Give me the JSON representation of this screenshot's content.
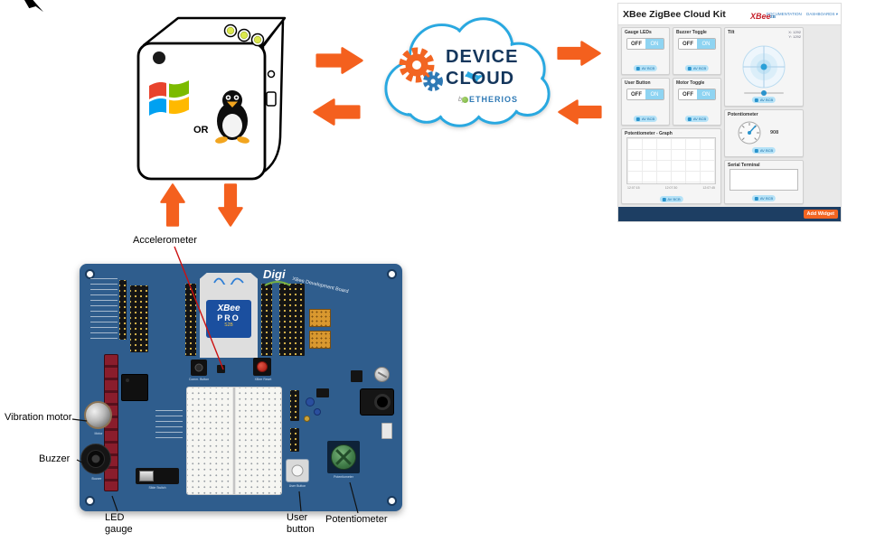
{
  "colors": {
    "arrow_orange": "#f4601e",
    "cloud_blue": "#29a8e0",
    "board_blue": "#2f5d8d",
    "accent_orange": "#f26522"
  },
  "gateway": {
    "or": "OR"
  },
  "cloud": {
    "word1": "DEVICE",
    "word2": "CLOUD",
    "by": "by",
    "brand": "ETHERIOS"
  },
  "webui": {
    "title": "XBee ZigBee Cloud Kit",
    "logo": "XBee",
    "logo_sub": "ZB",
    "nav_doc": "DOCUMENTATION",
    "nav_dash": "DASHBOARDS ▾",
    "device_pill": "AV BCB",
    "toggles": [
      {
        "title": "Gauge LEDs",
        "off": "OFF",
        "on": "ON"
      },
      {
        "title": "Buzzer Toggle",
        "off": "OFF",
        "on": "ON"
      },
      {
        "title": "User Button",
        "off": "OFF",
        "on": "ON"
      },
      {
        "title": "Motor Toggle",
        "off": "OFF",
        "on": "ON"
      }
    ],
    "tilt": {
      "title": "Tilt",
      "x": "X: 1292",
      "y": "Y: 1292"
    },
    "potentiometer": {
      "title": "Potentiometer",
      "value": "908"
    },
    "graph": {
      "title": "Potentiometer - Graph",
      "xticks": [
        "12:07:15",
        "12:07:30",
        "12:07:45"
      ]
    },
    "terminal": {
      "title": "Serial Terminal"
    },
    "add_widget": "Add Widget"
  },
  "board": {
    "brand": "Digi",
    "board_name": "XBee Development Board",
    "module": {
      "line1": "XBee",
      "line2": "PRO",
      "line3": "S2B"
    },
    "silkscreen": {
      "comm_button": "Comm. Button",
      "xbee_reset": "XBee Reset",
      "motor": "Motor",
      "buzzer": "Buzzer",
      "slide_switch": "Slide Switch",
      "user_button": "User Button",
      "potentiometer": "Potentiometer"
    }
  },
  "callouts": {
    "accelerometer": "Accelerometer",
    "vibration_motor": "Vibration motor",
    "buzzer": "Buzzer",
    "led": "LED",
    "gauge": "gauge",
    "user": "User",
    "button": "button",
    "potentiometer": "Potentiometer"
  }
}
